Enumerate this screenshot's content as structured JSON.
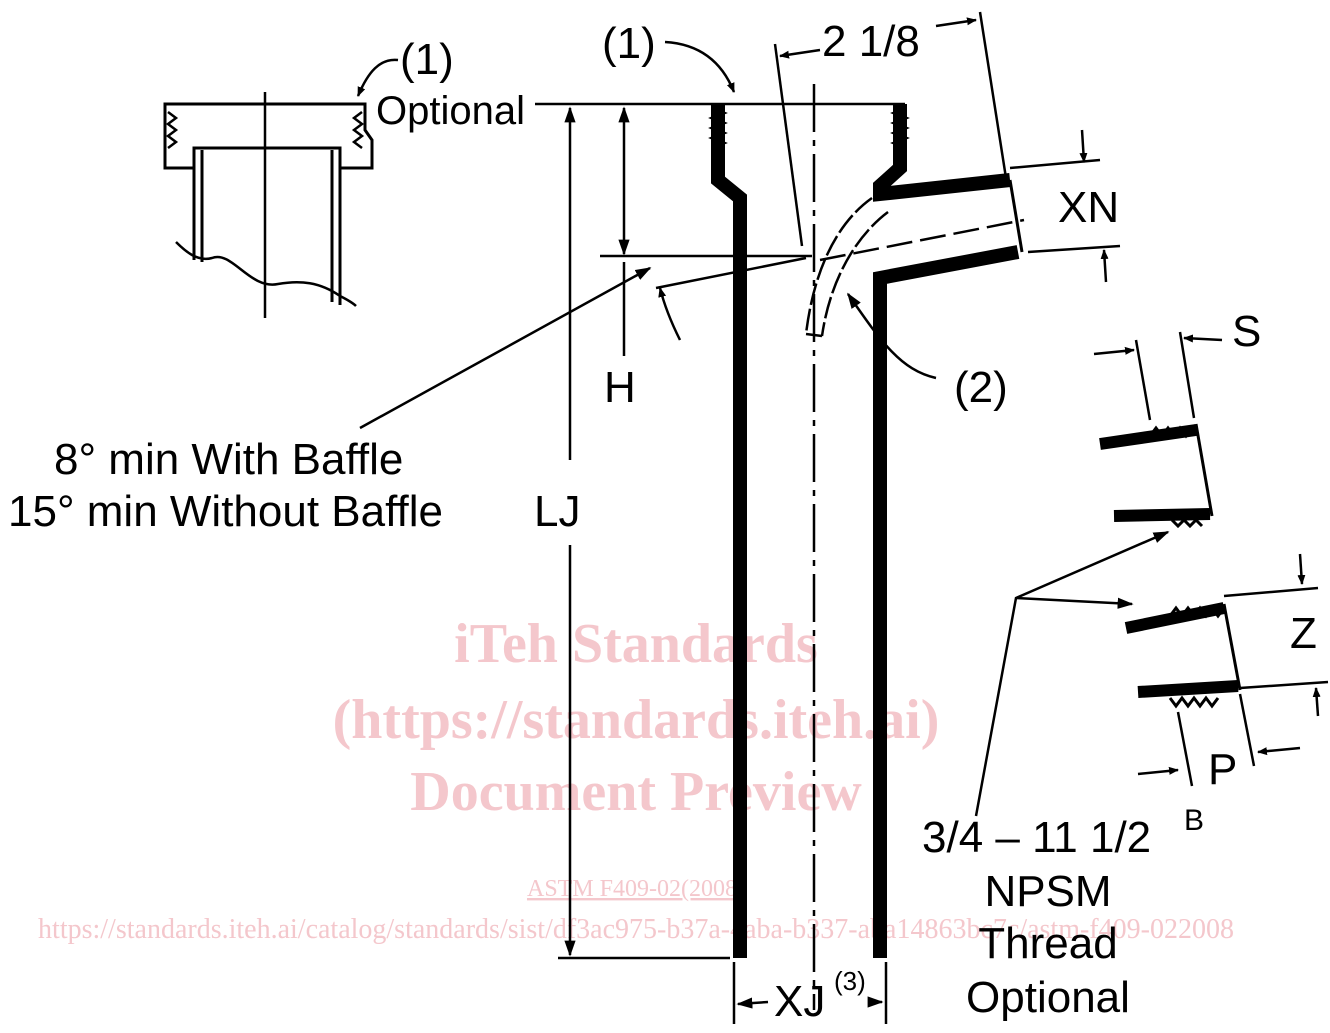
{
  "labels": {
    "callout_1_detail": "(1)",
    "optional": "Optional",
    "callout_1_main": "(1)",
    "dim_2_1_8": "2 1/8",
    "xn": "XN",
    "h": "H",
    "callout_2": "(2)",
    "s": "S",
    "angle_line1": "8° min With Baffle",
    "angle_line2": "15° min Without Baffle",
    "lj": "LJ",
    "z": "Z",
    "p": "P",
    "thread_line1": "3/4 – 11 1/2",
    "thread_sup": "B",
    "thread_line2": "NPSM",
    "thread_line3": "Thread",
    "thread_line4": "Optional",
    "xj": "XJ",
    "xj_sup": "(3)"
  },
  "watermark": {
    "line1": "iTeh Standards",
    "line2": "(https://standards.iteh.ai)",
    "line3": "Document Preview",
    "doc_id": "ASTM F409-02(2008)",
    "url": "https://standards.iteh.ai/catalog/standards/sist/df3ac975-b37a-4aba-b337-aba14863bc7c/astm-f409-022008",
    "color": "#f4c7cc"
  }
}
